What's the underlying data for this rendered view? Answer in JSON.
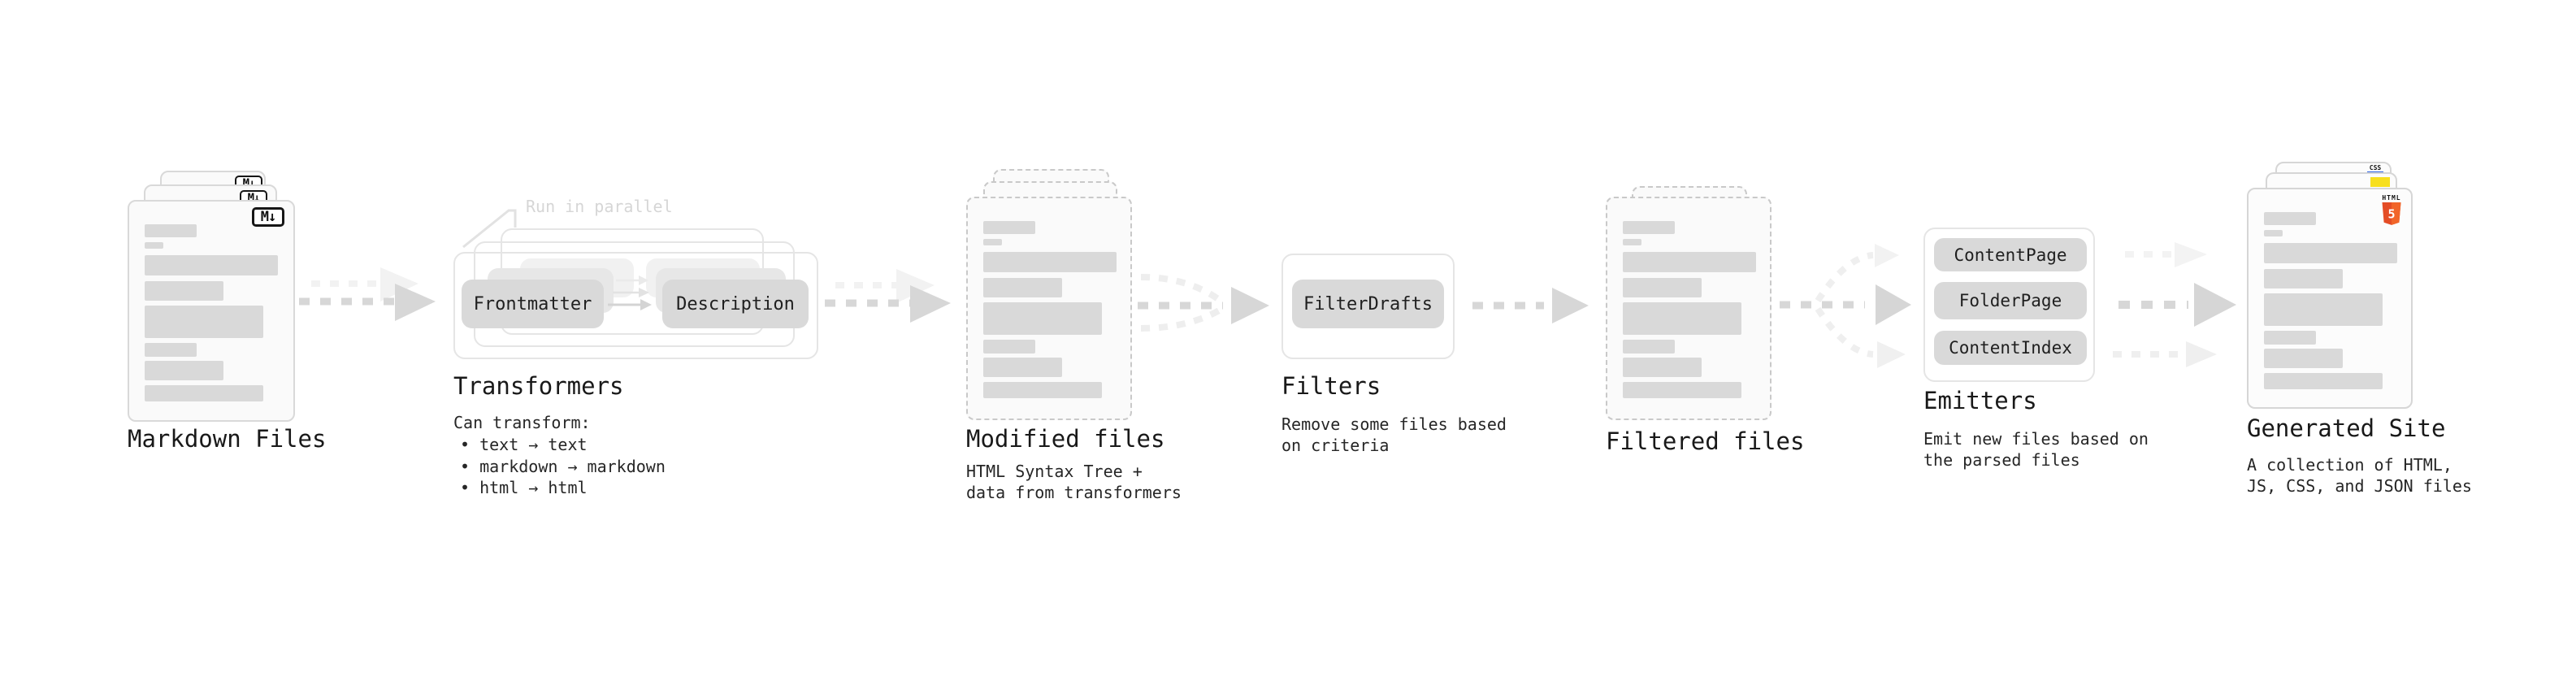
{
  "diagram": {
    "markdown_files": {
      "label": "Markdown Files",
      "badge": "M↓"
    },
    "transformers": {
      "label": "Transformers",
      "note": "Run in parallel",
      "input_chip": "Frontmatter",
      "output_chip": "Description",
      "desc_title": "Can transform:",
      "bullets": [
        "• text → text",
        "• markdown → markdown",
        "• html → html"
      ]
    },
    "modified_files": {
      "label": "Modified files",
      "desc": [
        "HTML Syntax Tree +",
        "data from transformers"
      ]
    },
    "filters": {
      "label": "Filters",
      "chip": "FilterDrafts",
      "desc": [
        "Remove some files based",
        "on criteria"
      ]
    },
    "filtered_files": {
      "label": "Filtered files"
    },
    "emitters": {
      "label": "Emitters",
      "chips": [
        "ContentPage",
        "FolderPage",
        "ContentIndex"
      ],
      "desc": [
        "Emit new files based on",
        "the parsed files"
      ]
    },
    "generated_site": {
      "label": "Generated Site",
      "desc": [
        "A collection of HTML,",
        "JS, CSS, and JSON files"
      ],
      "html5_badge": {
        "wordmark": "HTML",
        "shield": "5"
      },
      "css_badge": "CSS"
    }
  },
  "colors": {
    "html5_orange_dark": "#e44d26",
    "html5_orange_light": "#f16529",
    "js_yellow": "#f7df1e",
    "css_blue": "#2b63e4"
  }
}
